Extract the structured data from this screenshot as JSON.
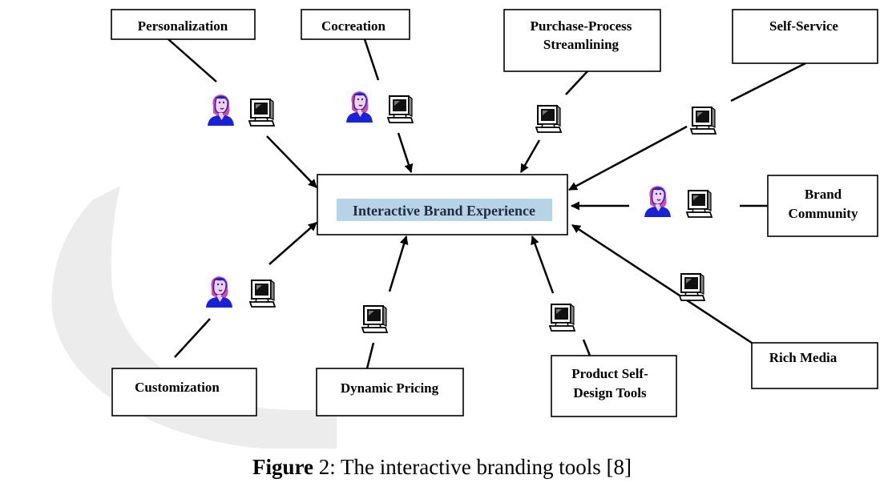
{
  "center": {
    "label": "Interactive Brand Experience"
  },
  "boxes": {
    "personalization": {
      "lines": [
        "Personalization"
      ]
    },
    "cocreation": {
      "lines": [
        "Cocreation"
      ]
    },
    "purchase": {
      "lines": [
        "Purchase-Process",
        "Streamlining"
      ]
    },
    "selfservice": {
      "lines": [
        "Self-Service"
      ]
    },
    "community": {
      "lines": [
        "Brand",
        "Community"
      ]
    },
    "richmedia": {
      "lines": [
        "Rich Media"
      ]
    },
    "selfdesign": {
      "lines": [
        "Product Self-",
        "Design Tools"
      ]
    },
    "pricing": {
      "lines": [
        "Dynamic Pricing"
      ]
    },
    "customization": {
      "lines": [
        "Customization"
      ]
    }
  },
  "caption": {
    "bold": "Figure",
    "rest": " 2: The interactive branding tools [8]"
  },
  "icons": [
    "person-icon",
    "computer-icon"
  ],
  "colors": {
    "highlight": "#b7d3e6",
    "person": "#1a22d8",
    "person_accent": "#e0439f",
    "watermark": "#ececec"
  }
}
